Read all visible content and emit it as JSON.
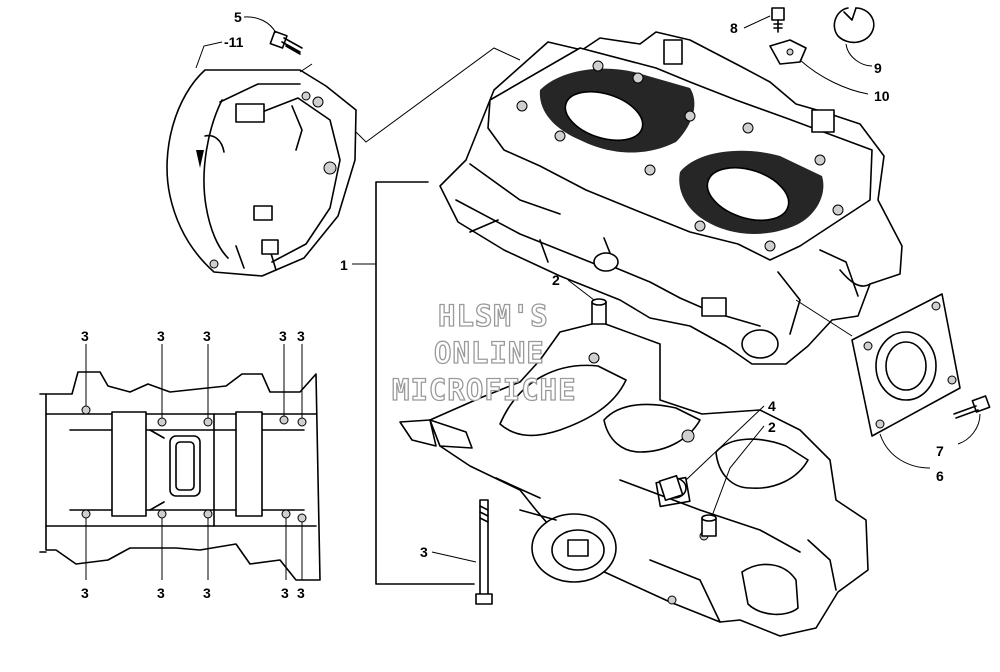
{
  "watermark": {
    "line1": "HLSM'S",
    "line2": "ONLINE",
    "line3": "MICROFICHE"
  },
  "callouts": {
    "c1": "1",
    "c2_top": "2",
    "c2_right": "2",
    "c3_bolt": "3",
    "c4": "4",
    "c5": "5",
    "c6": "6",
    "c7": "7",
    "c8": "8",
    "c9": "9",
    "c10": "10",
    "c11": "-11",
    "bolt_pattern_top": [
      "3",
      "3",
      "3",
      "3",
      "3"
    ],
    "bolt_pattern_bottom": [
      "3",
      "3",
      "3",
      "3",
      "3"
    ]
  }
}
